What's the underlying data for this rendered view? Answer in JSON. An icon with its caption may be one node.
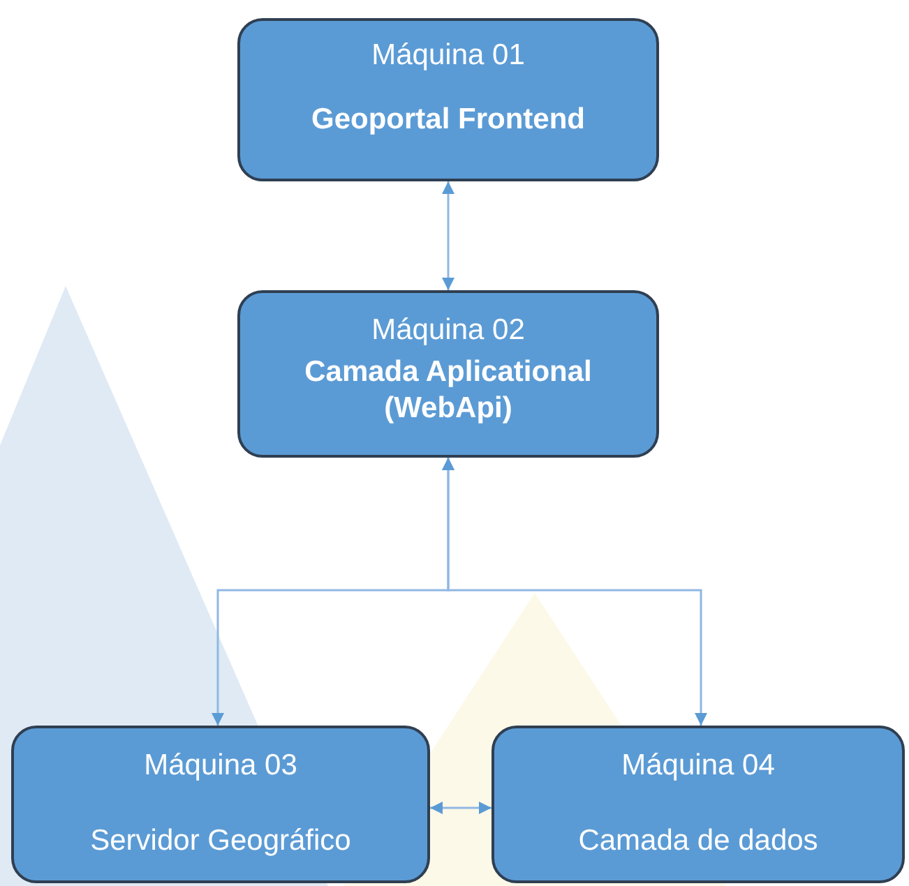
{
  "diagram": {
    "nodes": [
      {
        "text": [
          "Máquina 01",
          "Geoportal Frontend"
        ]
      },
      {
        "text": [
          "Máquina 02",
          "Camada Aplicational (WebApi)"
        ]
      },
      {
        "text": [
          "Máquina 03",
          "Servidor Geográfico"
        ]
      },
      {
        "text": [
          "Máquina 04",
          "Camada de dados"
        ]
      }
    ],
    "edges": [
      {
        "from": 0,
        "to": 1,
        "arrow": "both"
      },
      {
        "from": 1,
        "to": 2,
        "arrow": "both"
      },
      {
        "from": 1,
        "to": 3,
        "arrow": "both"
      },
      {
        "from": 2,
        "to": 3,
        "arrow": "both"
      }
    ]
  }
}
